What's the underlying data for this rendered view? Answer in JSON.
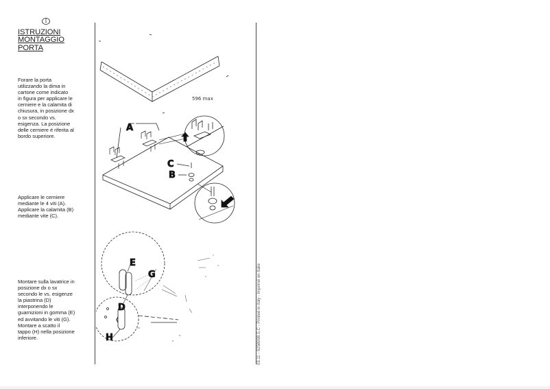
{
  "page": {
    "language_badge": "I",
    "title_lines": [
      "ISTRUZIONI",
      "MONTAGGIO",
      "PORTA"
    ],
    "paragraphs": [
      {
        "lines": [
          "Forare la porta",
          "utilizzando la dima in",
          "cartone come indicato",
          "in figura per applicare le",
          "cerniere e la calamita di",
          "chiusura, in posizione dx",
          "o sx secondo vs.",
          "esigenza. La posizione",
          "delle cerniere é riferita al",
          "bordo superiore."
        ]
      },
      {
        "lines": [
          "Applicare le cerniere",
          "mediante le 4 viti (A).",
          "Applicare la calamita (B)",
          "mediante vite (C)."
        ]
      },
      {
        "lines": [
          "Montare sulla lavatrice in",
          "posizione dx o sx",
          "secondo le vs. esigenze",
          "la piastrina (D)",
          "interponendo le",
          "guarnizioni in gomma (E)",
          "ed avvitando le viti (G).",
          "Montare a scatto il",
          "tappo (H) nella posizione",
          "inferiore."
        ]
      }
    ],
    "footer": "03.11 - 9258998.S.C - Printed in Italy - Imprimé en Italie"
  },
  "figures": {
    "template": {
      "dimension_label": "596 max"
    },
    "hinges": {
      "labels": {
        "a": "A",
        "b": "B",
        "c": "C"
      }
    },
    "machine": {
      "labels": {
        "d": "D",
        "e": "E",
        "g": "G",
        "h": "H"
      }
    }
  },
  "colors": {
    "ink": "#222222",
    "rule": "#444444",
    "background": "#ffffff"
  }
}
